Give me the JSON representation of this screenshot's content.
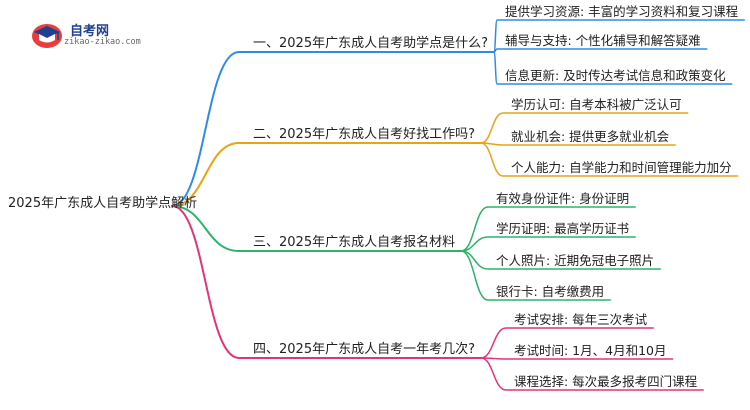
{
  "logo": {
    "name": "自考网",
    "url": "zikao-zikao.com"
  },
  "mindmap": {
    "root": "2025年广东成人自考助学点解析",
    "branches": [
      {
        "label": "一、2025年广东成人自考助学点是什么?",
        "color": "#2f8be6",
        "leaves": [
          "提供学习资源: 丰富的学习资料和复习课程",
          "辅导与支持: 个性化辅导和解答疑难",
          "信息更新: 及时传达考试信息和政策变化"
        ]
      },
      {
        "label": "二、2025年广东成人自考好找工作吗?",
        "color": "#e8a317",
        "leaves": [
          "学历认可: 自考本科被广泛认可",
          "就业机会: 提供更多就业机会",
          "个人能力: 自学能力和时间管理能力加分"
        ]
      },
      {
        "label": "三、2025年广东成人自考报名材料",
        "color": "#2db36a",
        "leaves": [
          "有效身份证件: 身份证明",
          "学历证明: 最高学历证书",
          "个人照片: 近期免冠电子照片",
          "银行卡: 自考缴费用"
        ]
      },
      {
        "label": "四、2025年广东成人自考一年考几次?",
        "color": "#e0357a",
        "leaves": [
          "考试安排: 每年三次考试",
          "考试时间: 1月、4月和10月",
          "课程选择: 每次最多报考四门课程"
        ]
      }
    ]
  }
}
